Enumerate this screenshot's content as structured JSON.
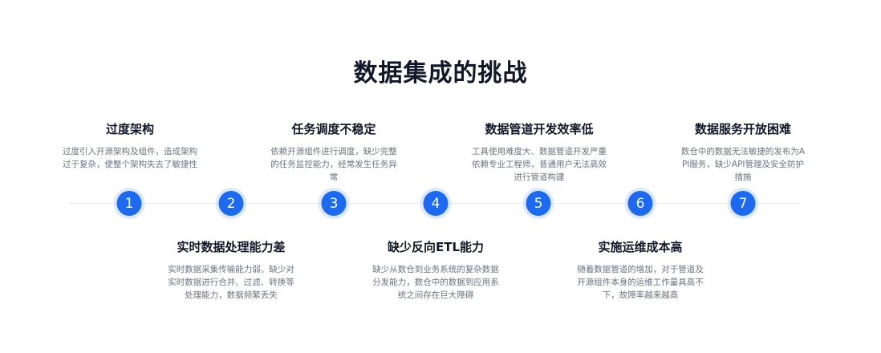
{
  "title": "数据集成的挑战",
  "nodes": [
    "1",
    "2",
    "3",
    "4",
    "5",
    "6",
    "7"
  ],
  "items": [
    {
      "title": "过度架构",
      "desc": "过度引入开源架构及组件，造成架构过于复杂，使整个架构失去了敏捷性"
    },
    {
      "title": "实时数据处理能力差",
      "desc": "实时数据采集传输能力弱，缺少对实时数据进行合并、过滤、转换等处理能力，数据频繁丢失"
    },
    {
      "title": "任务调度不稳定",
      "desc": "依赖开源组件进行调度，缺少完整的任务监控能力，经常发生任务异常"
    },
    {
      "title": "缺少反向ETL能力",
      "desc": "缺少从数仓到业务系统的复杂数据分发能力，数仓中的数据到应用系统之间存在巨大障碍"
    },
    {
      "title": "数据管道开发效率低",
      "desc": "工具使用难度大、数据管道开发严重依赖专业工程师，普通用户无法高效进行管道构建"
    },
    {
      "title": "实施运维成本高",
      "desc": "随着数据管道的增加，对于管道及开源组件本身的运维工作量具高不下，故障率越来越高"
    },
    {
      "title": "数据服务开放困难",
      "desc": "数仓中的数据无法敏捷的发布为API服务，缺少API管理及安全防护措施"
    }
  ]
}
